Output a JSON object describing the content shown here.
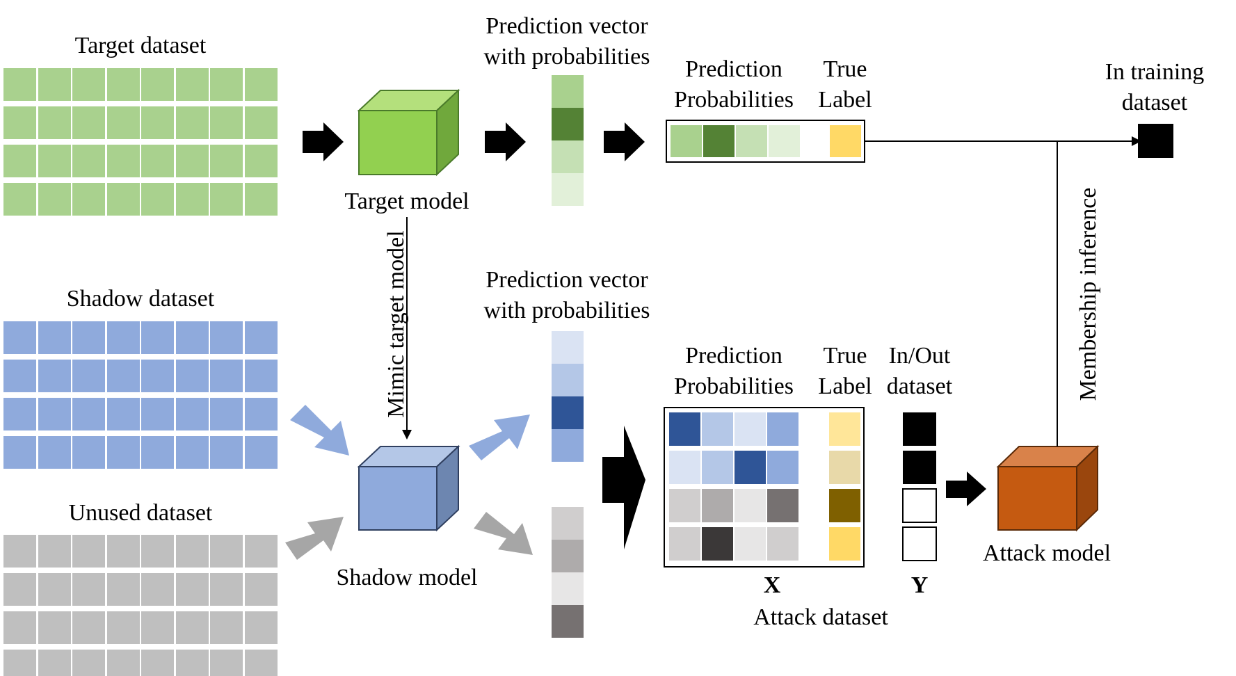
{
  "labels": {
    "target_dataset": "Target dataset",
    "shadow_dataset": "Shadow dataset",
    "unused_dataset": "Unused dataset",
    "target_model": "Target model",
    "shadow_model": "Shadow model",
    "attack_model": "Attack model",
    "mimic": "Mimic target model",
    "pred_vector_top_1": "Prediction vector",
    "pred_vector_top_2": "with probabilities",
    "pred_vector_bottom_1": "Prediction vector",
    "pred_vector_bottom_2": "with probabilities",
    "top_pred_prob_1": "Prediction",
    "top_pred_prob_2": "Probabilities",
    "top_true_label_1": "True",
    "top_true_label_2": "Label",
    "attack_pred_prob_1": "Prediction",
    "attack_pred_prob_2": "Probabilities",
    "attack_true_label_1": "True",
    "attack_true_label_2": "Label",
    "inout_1": "In/Out",
    "inout_2": "dataset",
    "x": "X",
    "y": "Y",
    "attack_dataset": "Attack dataset",
    "membership": "Membership inference",
    "in_training_1": "In training",
    "in_training_2": "dataset"
  },
  "colors": {
    "green_cell": "#a9d18e",
    "blue_cell": "#8faadc",
    "gray_cell": "#bfbfbf",
    "target_cube_front": "#92d050",
    "target_cube_top": "#b4e07c",
    "target_cube_side": "#70a83c",
    "shadow_cube_front": "#8faadc",
    "shadow_cube_top": "#b4c7e7",
    "shadow_cube_side": "#6d86b0",
    "attack_cube_front": "#c55a11",
    "attack_cube_top": "#d9824a",
    "attack_cube_side": "#9a460d",
    "blue_arrow": "#8faadc",
    "gray_arrow": "#a6a6a6"
  },
  "vectors": {
    "target": [
      "#a9d18e",
      "#548235",
      "#c5e0b4",
      "#e2f0d9"
    ],
    "shadow_blue": [
      "#dae3f3",
      "#b4c7e7",
      "#2f5597",
      "#8faadc"
    ],
    "shadow_gray": [
      "#d0cece",
      "#aeabab",
      "#e7e6e6",
      "#767171"
    ]
  },
  "top_record": {
    "probs": [
      "#a9d18e",
      "#548235",
      "#c5e0b4",
      "#e2f0d9"
    ],
    "label": "#ffd966"
  },
  "attack_matrix": {
    "rows": [
      {
        "probs": [
          "#2f5597",
          "#b4c7e7",
          "#dae3f3",
          "#8faadc"
        ],
        "label": "#ffe699",
        "inout": "#000000"
      },
      {
        "probs": [
          "#dae3f3",
          "#b4c7e7",
          "#2f5597",
          "#8faadc"
        ],
        "label": "#e8d9a9",
        "inout": "#000000"
      },
      {
        "probs": [
          "#d0cece",
          "#aeabab",
          "#e7e6e6",
          "#767171"
        ],
        "label": "#7f6000",
        "inout": "#ffffff"
      },
      {
        "probs": [
          "#d0cece",
          "#3b3838",
          "#e7e6e6",
          "#d0cece"
        ],
        "label": "#ffd966",
        "inout": "#ffffff"
      }
    ]
  }
}
